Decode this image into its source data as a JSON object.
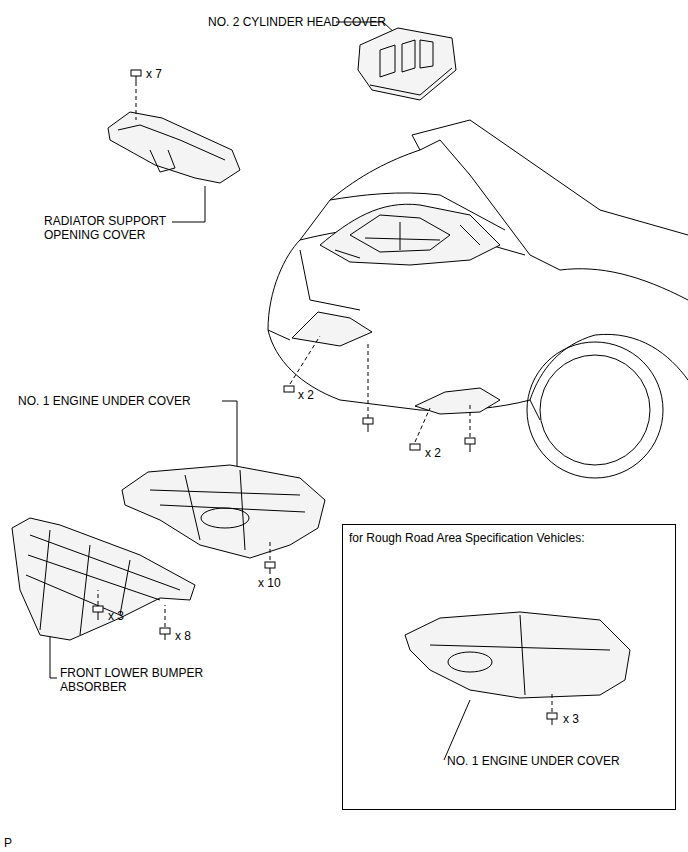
{
  "diagram": {
    "nodes": [
      {
        "text": [
          "for Rough Road Area Specification Vehicles:",
          "x 3",
          "NO. 1 ENGINE UNDER COVER"
        ]
      }
    ],
    "labels": [
      "NO. 2 CYLINDER HEAD COVER",
      "x 7",
      "RADIATOR SUPPORT OPENING COVER",
      "NO. 1 ENGINE UNDER COVER",
      "x 2",
      "x 2",
      "x 10",
      "x 3",
      "x 8",
      "FRONT LOWER BUMPER ABSORBER",
      "P"
    ]
  }
}
